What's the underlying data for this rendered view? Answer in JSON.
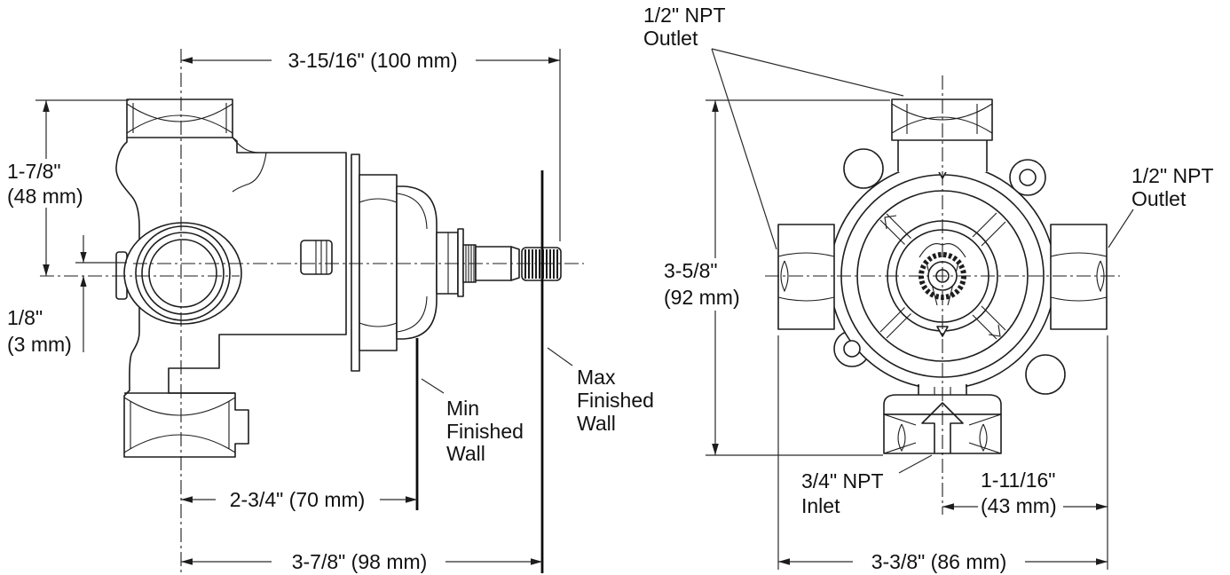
{
  "drawing": {
    "side_view": {
      "dim_width_top": "3-15/16\" (100 mm)",
      "dim_height_line1": "1-7/8\"",
      "dim_height_line2": "(48 mm)",
      "dim_offset_line1": "1/8\"",
      "dim_offset_line2": "(3 mm)",
      "dim_min_wall_depth": "2-3/4\" (70 mm)",
      "dim_overall_depth": "3-7/8\" (98 mm)",
      "min_wall_label": {
        "line1": "Min",
        "line2": "Finished",
        "line3": "Wall"
      },
      "max_wall_label": {
        "line1": "Max",
        "line2": "Finished",
        "line3": "Wall"
      }
    },
    "front_view": {
      "outlet_top_label": {
        "line1": "1/2\" NPT",
        "line2": "Outlet"
      },
      "outlet_right_label": {
        "line1": "1/2\" NPT",
        "line2": "Outlet"
      },
      "dim_height_line1": "3-5/8\"",
      "dim_height_line2": "(92 mm)",
      "inlet_label": {
        "line1": "3/4\" NPT",
        "line2": "Inlet"
      },
      "dim_center_to_outlet_line1": "1-11/16\"",
      "dim_center_to_outlet_line2": "(43 mm)",
      "dim_width_bottom": "3-3/8\" (86 mm)"
    }
  }
}
